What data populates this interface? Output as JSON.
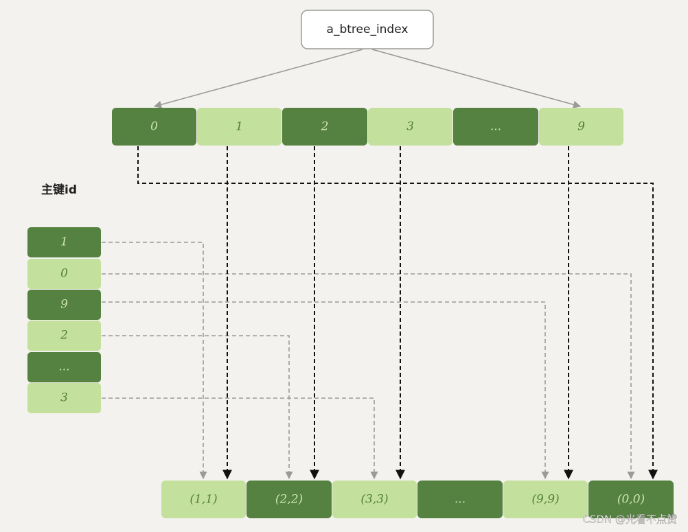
{
  "colors": {
    "background": "#f4f2ee",
    "dark_green": "#558240",
    "light_green": "#c4e09d",
    "root_border": "#9a9a9a",
    "black_arrow": "#111111",
    "gray_arrow": "#9a9a9a"
  },
  "root": {
    "label": "a_btree_index"
  },
  "index_row": [
    "0",
    "1",
    "2",
    "3",
    "...",
    "9"
  ],
  "pk_label": "主键id",
  "pk_column": [
    "1",
    "0",
    "9",
    "2",
    "...",
    "3"
  ],
  "data_row": [
    "(1,1)",
    "(2,2)",
    "(3,3)",
    "...",
    "(9,9)",
    "(0,0)"
  ],
  "watermark": "CSDN @光看不点赞"
}
